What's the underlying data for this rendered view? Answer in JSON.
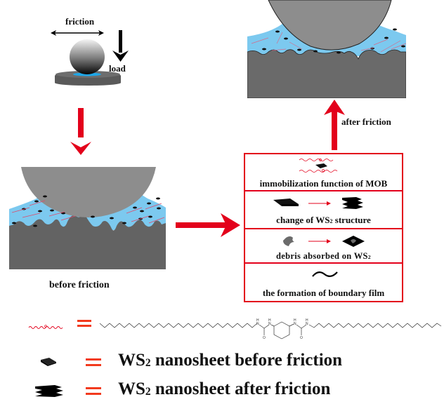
{
  "colors": {
    "arrow_red": "#e3001b",
    "lubricant_blue": "#7cc9ef",
    "substrate_gray": "#6a6a6a",
    "ball_gray": "#8d8d8d",
    "equals_red": "#f23a1d"
  },
  "schematic": {
    "friction_label": "friction",
    "load_label": "load"
  },
  "before_panel": {
    "caption": "before friction"
  },
  "after_panel": {
    "caption": "after friction"
  },
  "mechanism_boxes": [
    {
      "label": "immobilization function of MOB",
      "icon": "mob-immobilized-nanosheet"
    },
    {
      "label_pre": "change of WS",
      "label_sub": "2",
      "label_post": " structure",
      "icon": "nanosheet-to-exfoliated"
    },
    {
      "label_pre": "debris absorbed on WS",
      "label_sub": "2",
      "label_italic": "debris",
      "icon": "debris-to-nanosheet"
    },
    {
      "label": "the formation of boundary film",
      "icon": "tilde-film"
    }
  ],
  "legend": [
    {
      "symbol": "mob-molecule-wave",
      "equals": "=",
      "meaning": "bis-urea molecule (MOB) structure",
      "atoms": [
        "H",
        "N",
        "N",
        "H",
        "O",
        "H",
        "N",
        "N",
        "H",
        "O"
      ]
    },
    {
      "symbol": "ws2-nanosheet-before",
      "equals": "=",
      "text_pre": "WS",
      "text_sub": "2",
      "text_post": " nanosheet before friction"
    },
    {
      "symbol": "ws2-nanosheet-after",
      "equals": "=",
      "text_pre": "WS",
      "text_sub": "2",
      "text_post": " nanosheet after friction"
    }
  ]
}
